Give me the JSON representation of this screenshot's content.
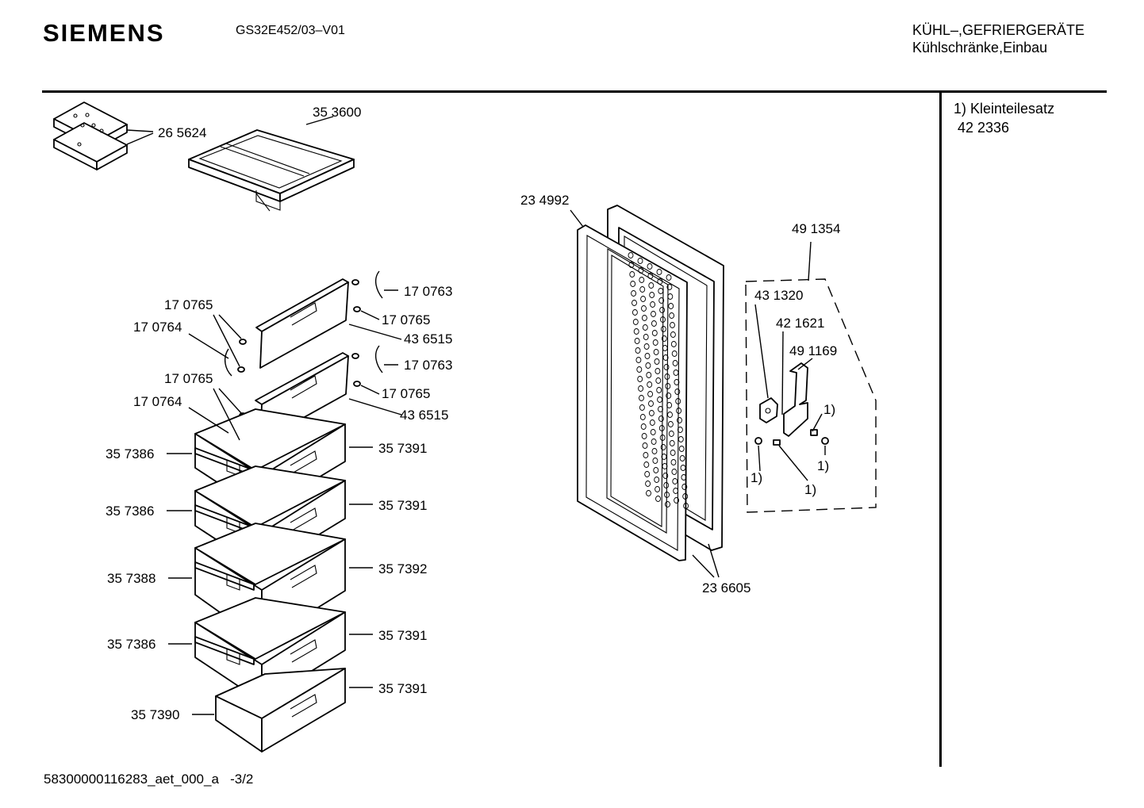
{
  "header": {
    "brand": "SIEMENS",
    "model": "GS32E452/03–V01",
    "category_line1": "KÜHL–,GEFRIERGERÄTE",
    "category_line2": "Kühlschränke,Einbau"
  },
  "notes": {
    "line1": "1) Kleinteilesatz",
    "line2": "42 2336"
  },
  "footer": {
    "doc_id": "58300000116283_aet_000_a",
    "page": "-3/2"
  },
  "parts": [
    {
      "id": "p265624",
      "label": "26 5624"
    },
    {
      "id": "p353600",
      "label": "35 3600"
    },
    {
      "id": "p170765a",
      "label": "17 0765"
    },
    {
      "id": "p170764a",
      "label": "17 0764"
    },
    {
      "id": "p170763a",
      "label": "17 0763"
    },
    {
      "id": "p170765b",
      "label": "17 0765"
    },
    {
      "id": "p436515a",
      "label": "43 6515"
    },
    {
      "id": "p170765c",
      "label": "17 0765"
    },
    {
      "id": "p170764b",
      "label": "17 0764"
    },
    {
      "id": "p170763b",
      "label": "17 0763"
    },
    {
      "id": "p170765d",
      "label": "17 0765"
    },
    {
      "id": "p436515b",
      "label": "43 6515"
    },
    {
      "id": "p357386a",
      "label": "35 7386"
    },
    {
      "id": "p357391a",
      "label": "35 7391"
    },
    {
      "id": "p357386b",
      "label": "35 7386"
    },
    {
      "id": "p357391b",
      "label": "35 7391"
    },
    {
      "id": "p357388",
      "label": "35 7388"
    },
    {
      "id": "p357392",
      "label": "35 7392"
    },
    {
      "id": "p357386c",
      "label": "35 7386"
    },
    {
      "id": "p357391c",
      "label": "35 7391"
    },
    {
      "id": "p357390",
      "label": "35 7390"
    },
    {
      "id": "p357391d",
      "label": "35 7391"
    },
    {
      "id": "p234992",
      "label": "23 4992"
    },
    {
      "id": "p236605",
      "label": "23 6605"
    },
    {
      "id": "p491354",
      "label": "49 1354"
    },
    {
      "id": "p431320",
      "label": "43 1320"
    },
    {
      "id": "p421621",
      "label": "42 1621"
    },
    {
      "id": "p491169",
      "label": "49 1169"
    },
    {
      "id": "k1a",
      "label": "1)"
    },
    {
      "id": "k1b",
      "label": "1)"
    },
    {
      "id": "k1c",
      "label": "1)"
    },
    {
      "id": "k1d",
      "label": "1)"
    }
  ]
}
